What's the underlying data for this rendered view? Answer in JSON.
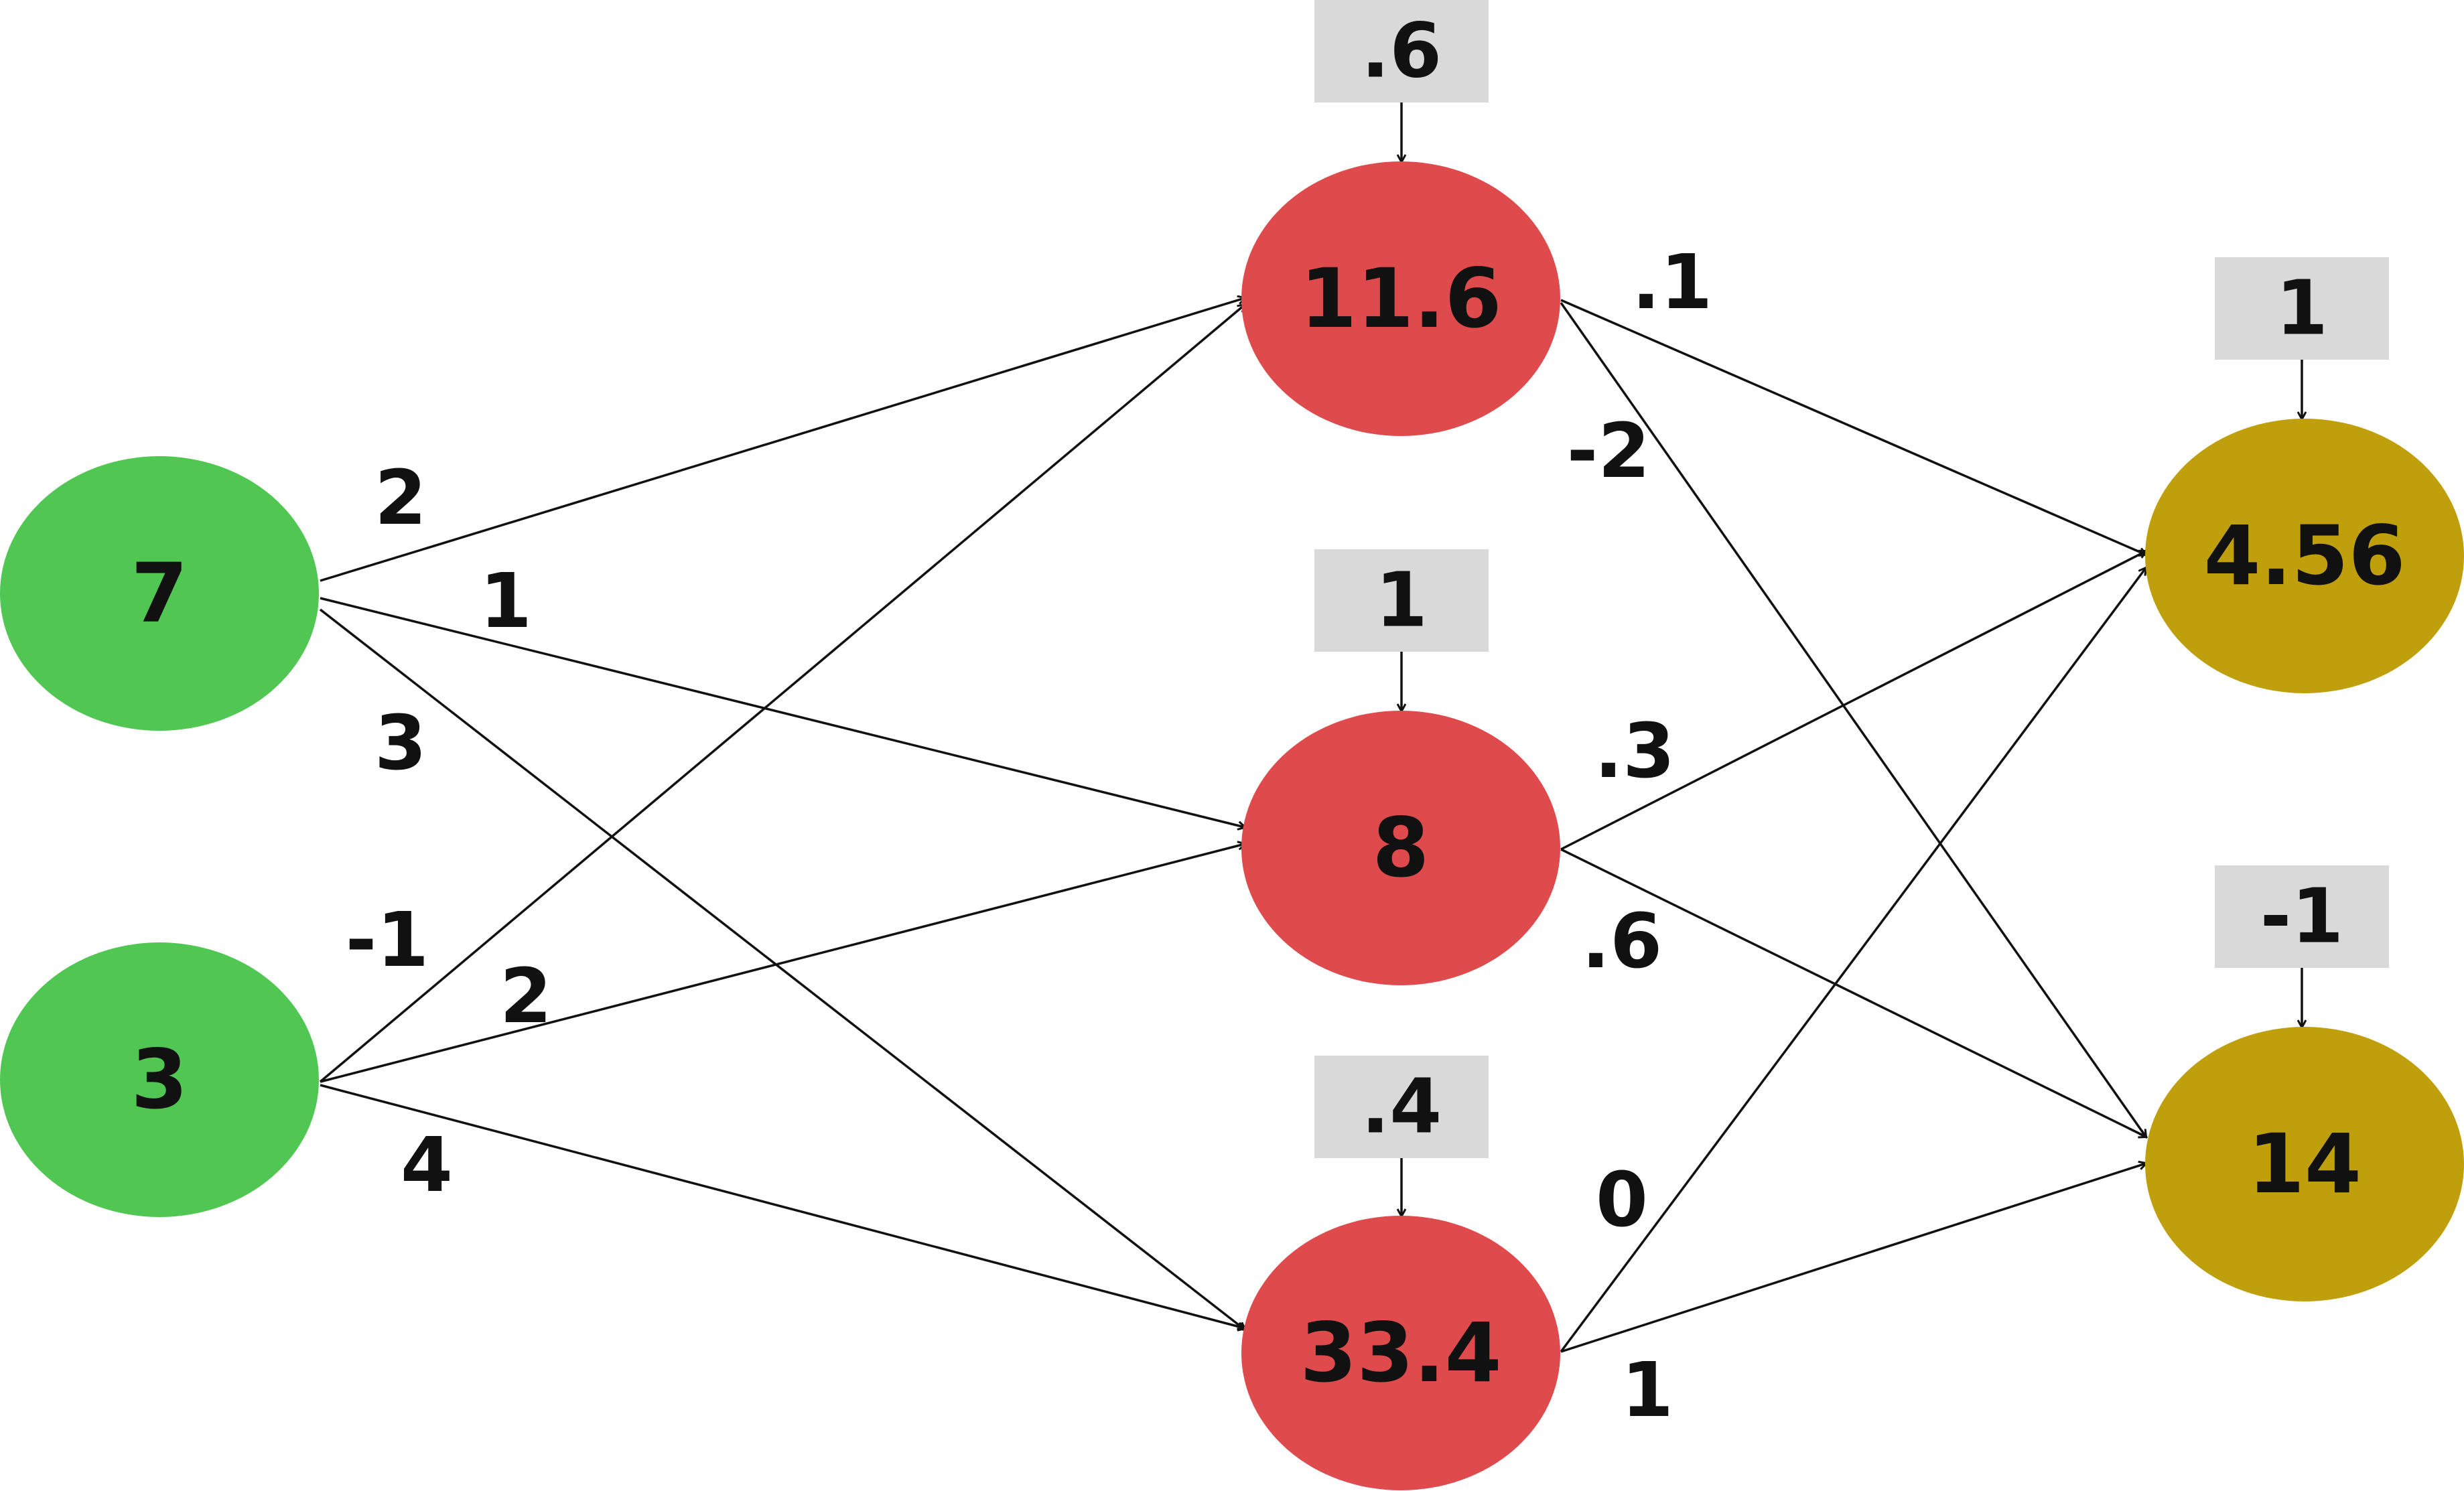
{
  "colors": {
    "input": "#50c752",
    "hidden": "#df4a4d",
    "output": "#c09f0c",
    "bias_box": "#d9d9d9",
    "line": "#111111"
  },
  "nodes": {
    "input": [
      {
        "id": "i1",
        "label": "7"
      },
      {
        "id": "i2",
        "label": "3"
      }
    ],
    "hidden": [
      {
        "id": "h1",
        "label": "11.6",
        "bias": ".6"
      },
      {
        "id": "h2",
        "label": "8",
        "bias": "1"
      },
      {
        "id": "h3",
        "label": "33.4",
        "bias": ".4"
      }
    ],
    "output": [
      {
        "id": "o1",
        "label": "4.56",
        "bias": "1"
      },
      {
        "id": "o2",
        "label": "14",
        "bias": "-1"
      }
    ]
  },
  "edges": [
    {
      "from": "i1",
      "to": "h1",
      "weight": "2"
    },
    {
      "from": "i1",
      "to": "h2",
      "weight": "1"
    },
    {
      "from": "i1",
      "to": "h3",
      "weight": "3"
    },
    {
      "from": "i2",
      "to": "h1",
      "weight": "-1"
    },
    {
      "from": "i2",
      "to": "h2",
      "weight": "2"
    },
    {
      "from": "i2",
      "to": "h3",
      "weight": "4"
    },
    {
      "from": "h1",
      "to": "o1",
      "weight": ".1"
    },
    {
      "from": "h1",
      "to": "o2",
      "weight": "-2"
    },
    {
      "from": "h2",
      "to": "o1",
      "weight": ".3"
    },
    {
      "from": "h2",
      "to": "o2",
      "weight": ".6"
    },
    {
      "from": "h3",
      "to": "o1",
      "weight": "0"
    },
    {
      "from": "h3",
      "to": "o2",
      "weight": "1"
    }
  ]
}
